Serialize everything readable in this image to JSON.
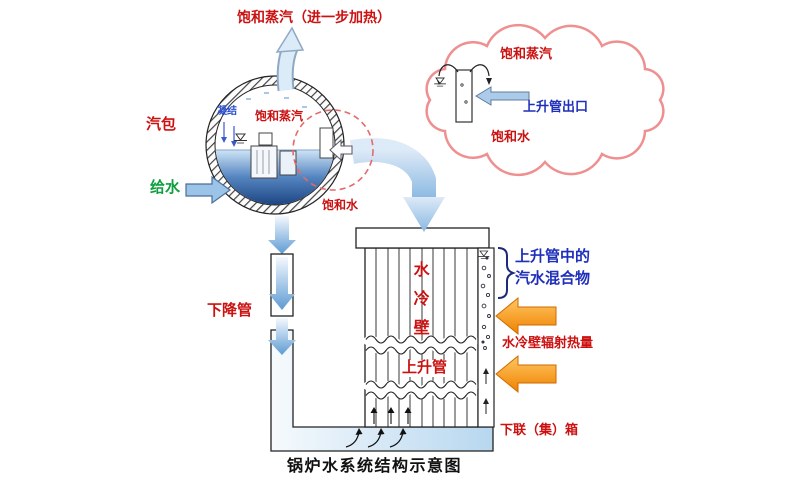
{
  "title": "锅炉水系统结构示意图",
  "labels": {
    "top_steam": "饱和蒸汽（进一步加热）",
    "drum": "汽包",
    "condensation": "凝结",
    "drum_saturated_steam": "饱和蒸汽",
    "feed_water": "给水",
    "saturated_water": "饱和水",
    "downcomer": "下降管",
    "water_wall": "水冷壁",
    "riser": "上升管",
    "mixture_line1": "上升管中的",
    "mixture_line2": "汽水混合物",
    "radiation_heat": "水冷壁辐射热量",
    "lower_header": "下联（集）箱"
  },
  "callout": {
    "saturated_steam": "饱和蒸汽",
    "riser_outlet": "上升管出口",
    "saturated_water": "饱和水"
  },
  "colors": {
    "label_red": "#cc1111",
    "label_blue": "#1f2fbb",
    "label_green": "#0f9f3f",
    "heat_orange": "#f68b1f",
    "pipe_blue": "#a9cdec",
    "water_dark": "#16407f",
    "cloud_pink": "#ef8f8f"
  }
}
